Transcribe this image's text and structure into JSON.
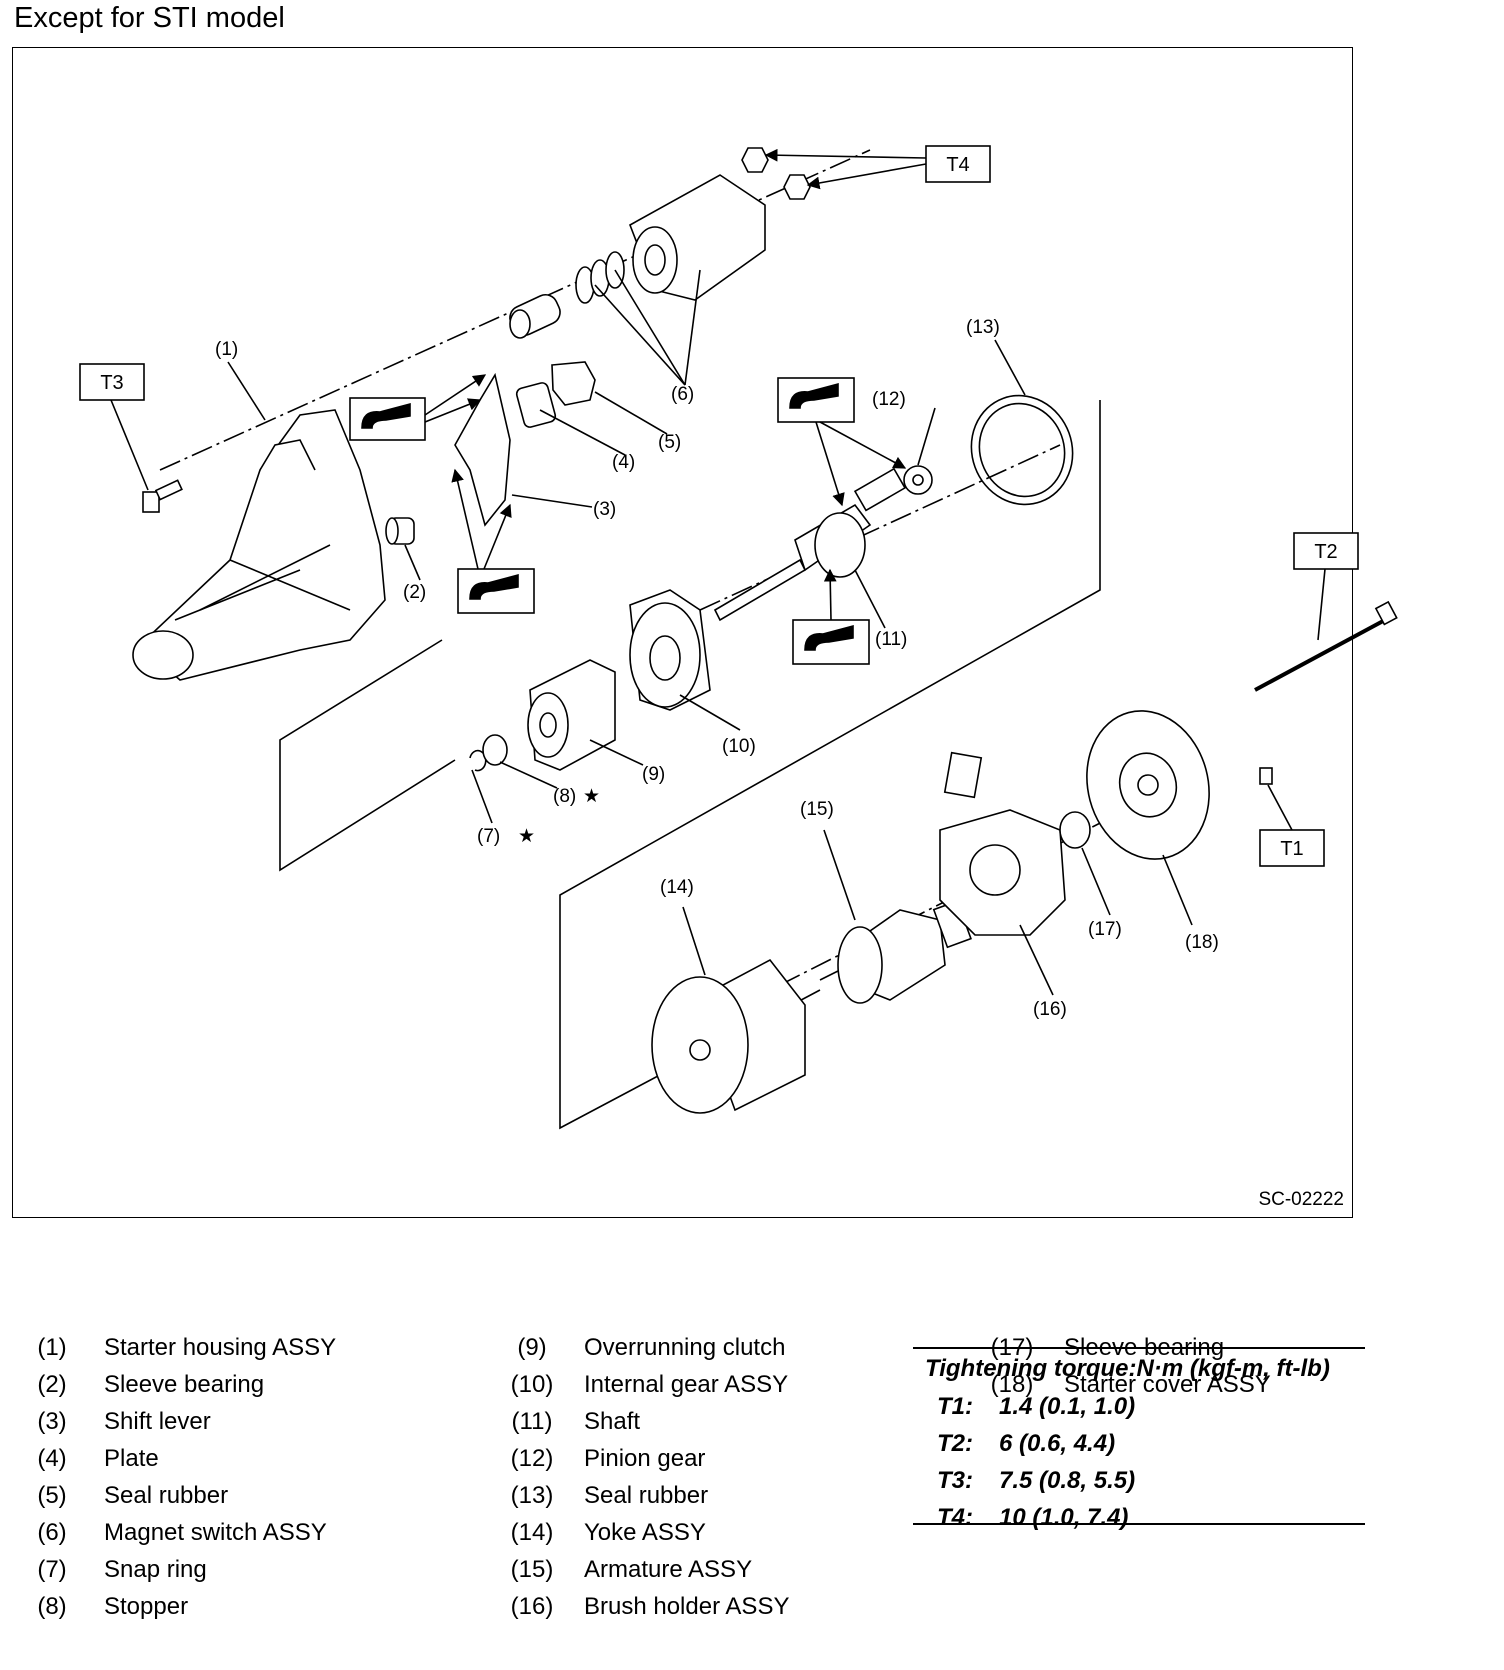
{
  "heading": "Except for STI model",
  "figure_code": "SC-02222",
  "callouts": {
    "c1": "(1)",
    "c2": "(2)",
    "c3": "(3)",
    "c4": "(4)",
    "c5": "(5)",
    "c6": "(6)",
    "c7": "(7)",
    "c8": "(8)",
    "c9": "(9)",
    "c10": "(10)",
    "c11": "(11)",
    "c12": "(12)",
    "c13": "(13)",
    "c14": "(14)",
    "c15": "(15)",
    "c16": "(16)",
    "c17": "(17)",
    "c18": "(18)",
    "star": "★"
  },
  "torque_tags": {
    "t1": "T1",
    "t2": "T2",
    "t3": "T3",
    "t4": "T4"
  },
  "legend": {
    "col1": [
      {
        "num": "(1)",
        "name": "Starter housing ASSY"
      },
      {
        "num": "(2)",
        "name": "Sleeve bearing"
      },
      {
        "num": "(3)",
        "name": "Shift lever"
      },
      {
        "num": "(4)",
        "name": "Plate"
      },
      {
        "num": "(5)",
        "name": "Seal rubber"
      },
      {
        "num": "(6)",
        "name": "Magnet switch ASSY"
      },
      {
        "num": "(7)",
        "name": "Snap ring"
      },
      {
        "num": "(8)",
        "name": "Stopper"
      }
    ],
    "col2": [
      {
        "num": "(9)",
        "name": "Overrunning clutch"
      },
      {
        "num": "(10)",
        "name": "Internal gear ASSY"
      },
      {
        "num": "(11)",
        "name": "Shaft"
      },
      {
        "num": "(12)",
        "name": "Pinion gear"
      },
      {
        "num": "(13)",
        "name": "Seal rubber"
      },
      {
        "num": "(14)",
        "name": "Yoke ASSY"
      },
      {
        "num": "(15)",
        "name": "Armature ASSY"
      },
      {
        "num": "(16)",
        "name": "Brush holder ASSY"
      }
    ],
    "col3": [
      {
        "num": "(17)",
        "name": "Sleeve bearing"
      },
      {
        "num": "(18)",
        "name": "Starter cover ASSY"
      }
    ]
  },
  "torque": {
    "title": "Tightening torque:N·m (kgf-m, ft-lb)",
    "rows": [
      {
        "key": "T1:",
        "value": "1.4 (0.1, 1.0)"
      },
      {
        "key": "T2:",
        "value": "6 (0.6, 4.4)"
      },
      {
        "key": "T3:",
        "value": "7.5 (0.8, 5.5)"
      },
      {
        "key": "T4:",
        "value": "10 (1.0, 7.4)"
      }
    ]
  }
}
